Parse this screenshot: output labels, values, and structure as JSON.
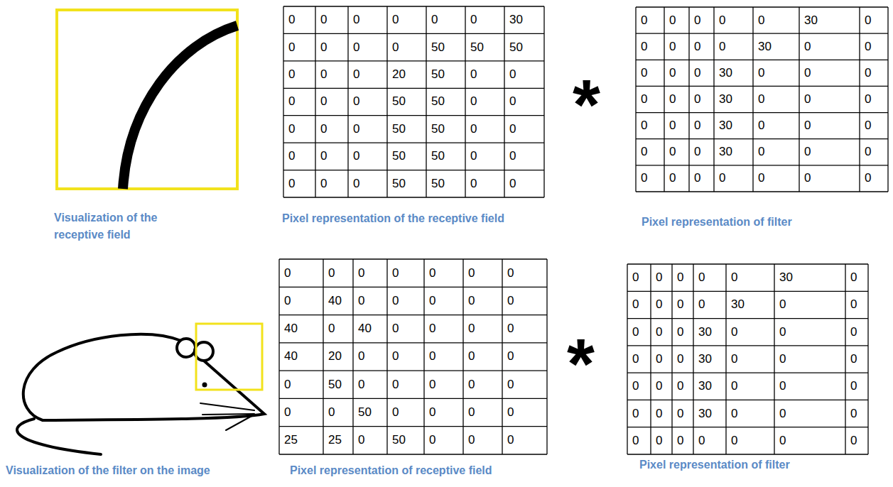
{
  "diagram": {
    "labels": [
      "0",
      "0",
      "0",
      "0",
      "0",
      "0",
      "30",
      "0",
      "0",
      "0",
      "0",
      "50",
      "50",
      "50",
      "0",
      "0",
      "0",
      "20",
      "50",
      "0",
      "0",
      "0",
      "0",
      "0",
      "50",
      "50",
      "0",
      "0",
      "0",
      "0",
      "0",
      "50",
      "50",
      "0",
      "0",
      "0",
      "0",
      "0",
      "50",
      "50",
      "0",
      "0",
      "0",
      "0",
      "0",
      "50",
      "50",
      "0",
      "0",
      "*",
      "0",
      "0",
      "0",
      "0",
      "0",
      "30",
      "0",
      "0",
      "0",
      "0",
      "0",
      "30",
      "0",
      "0",
      "0",
      "0",
      "0",
      "30",
      "0",
      "0",
      "0",
      "0",
      "0",
      "0",
      "30",
      "0",
      "0",
      "0",
      "0",
      "0",
      "0",
      "30",
      "0",
      "0",
      "0",
      "0",
      "0",
      "0",
      "30",
      "0",
      "0",
      "0",
      "0",
      "0",
      "0",
      "0",
      "0",
      "0",
      "0",
      "Visualization of the receptive field",
      "Pixel representation of the receptive field",
      "Pixel representation of filter",
      "0",
      "0",
      "0",
      "0",
      "0",
      "0",
      "0",
      "0",
      "40",
      "0",
      "0",
      "0",
      "0",
      "0",
      "40",
      "0",
      "40",
      "0",
      "0",
      "0",
      "0",
      "40",
      "20",
      "0",
      "0",
      "0",
      "0",
      "0",
      "0",
      "50",
      "0",
      "0",
      "0",
      "0",
      "0",
      "0",
      "0",
      "50",
      "0",
      "0",
      "0",
      "0",
      "25",
      "25",
      "0",
      "50",
      "0",
      "0",
      "0",
      "*",
      "0",
      "0",
      "0",
      "0",
      "0",
      "30",
      "0",
      "0",
      "0",
      "0",
      "0",
      "30",
      "0",
      "0",
      "0",
      "0",
      "0",
      "30",
      "0",
      "0",
      "0",
      "0",
      "0",
      "0",
      "30",
      "0",
      "0",
      "0",
      "0",
      "0",
      "0",
      "30",
      "0",
      "0",
      "0",
      "0",
      "0",
      "0",
      "30",
      "0",
      "0",
      "0",
      "0",
      "0",
      "0",
      "0",
      "0",
      "0",
      "0",
      "Visualization of the filter on the image",
      "Pixel representation of receptive field",
      "Pixel representation of filter"
    ]
  }
}
